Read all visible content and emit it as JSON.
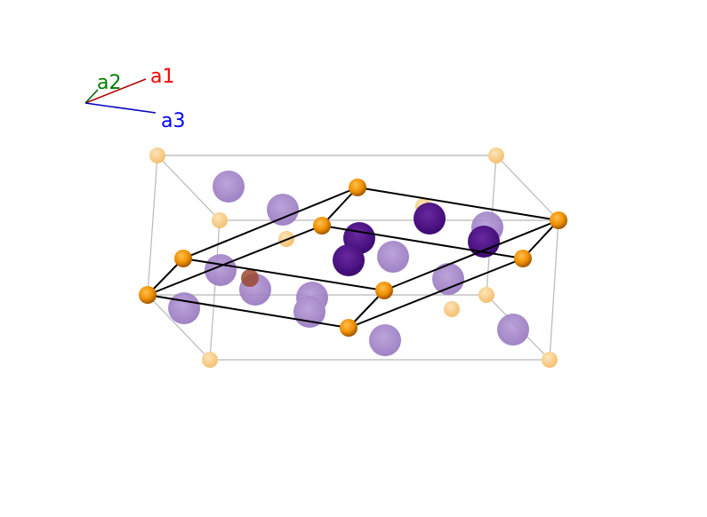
{
  "axes": {
    "a1": {
      "label": "a1",
      "color": "#ff0000",
      "line_color": "#b00000"
    },
    "a2": {
      "label": "a2",
      "color": "#008000",
      "line_color": "#006000"
    },
    "a3": {
      "label": "a3",
      "color": "#0000ff",
      "line_color": "#0000c0"
    }
  },
  "colors": {
    "orange_atom": "#f0900a",
    "pale_orange_atom": "#f8cc80",
    "light_purple_atom": "#a080c8",
    "dark_purple_atom": "#4a1080",
    "cell_edge": "#b8b8b8",
    "bond": "#000000"
  }
}
